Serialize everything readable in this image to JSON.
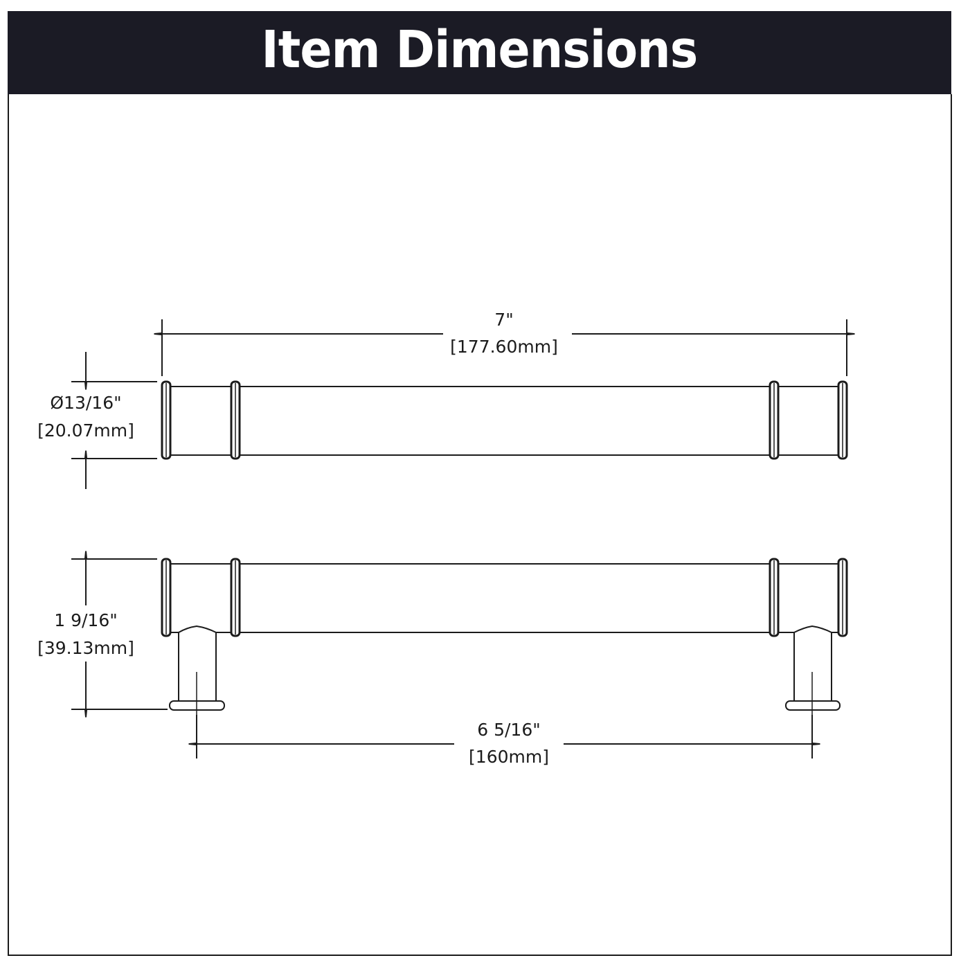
{
  "header": {
    "title": "Item Dimensions",
    "background": "#1b1b25",
    "text_color": "#ffffff"
  },
  "drawing": {
    "line_color": "#1b1b1b",
    "dimensions": {
      "overall_length": {
        "imperial": "7\"",
        "metric": "[177.60mm]"
      },
      "diameter": {
        "imperial": "Ø13/16\"",
        "metric": "[20.07mm]"
      },
      "projection": {
        "imperial": "1 9/16\"",
        "metric": "[39.13mm]"
      },
      "center_to_center": {
        "imperial": "6 5/16\"",
        "metric": "[160mm]"
      }
    },
    "views": [
      "top-view",
      "side-view"
    ]
  }
}
